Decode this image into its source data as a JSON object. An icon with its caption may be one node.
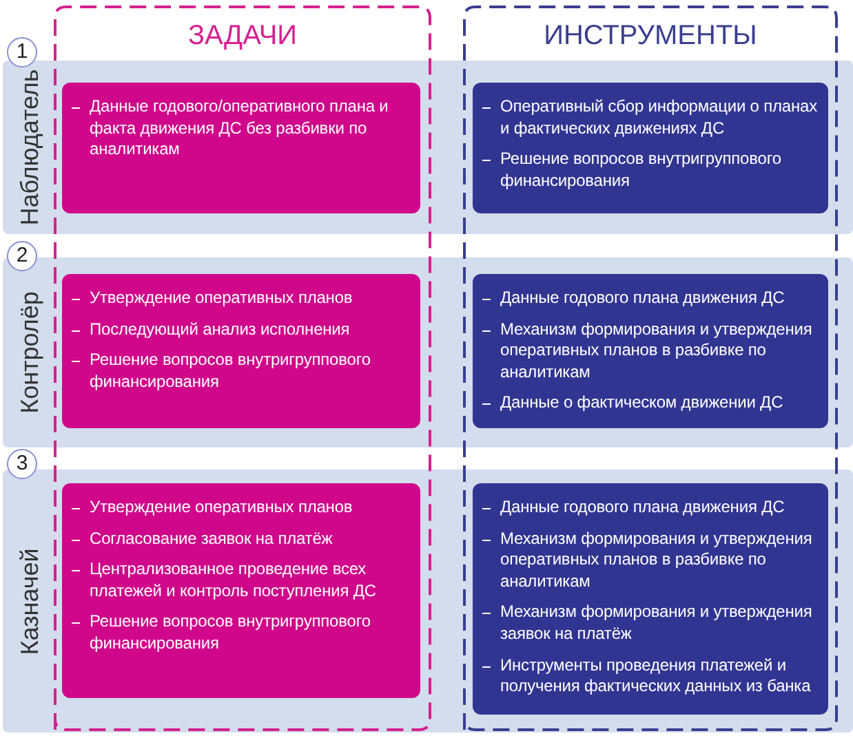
{
  "diagram": {
    "nodes": [
      {
        "text": [
          "ЗАДАЧИ"
        ]
      },
      {
        "text": [
          "ИНСТРУМЕНТЫ"
        ]
      },
      {
        "text": [
          "1"
        ]
      },
      {
        "text": [
          "Наблюдатель"
        ]
      },
      {
        "text": [
          "Данные годового/оперативного плана и факта движения ДС без разбивки по аналитикам"
        ]
      },
      {
        "text": [
          "Оперативный сбор информации о планах и фактических движениях ДС",
          "Решение вопросов внутригруппового финансирования"
        ]
      },
      {
        "text": [
          "2"
        ]
      },
      {
        "text": [
          "Контролёр"
        ]
      },
      {
        "text": [
          "Утверждение оперативных планов",
          "Последующий анализ исполнения",
          "Решение вопросов внутригруппового финансирования"
        ]
      },
      {
        "text": [
          "Данные годового плана движения ДС",
          "Механизм формирования и утверждения оперативных планов в разбивке по аналитикам",
          "Данные о фактическом движении ДС"
        ]
      },
      {
        "text": [
          "3"
        ]
      },
      {
        "text": [
          "Казначей"
        ]
      },
      {
        "text": [
          "Утверждение оперативных планов",
          "Согласование заявок на платёж",
          "Централизованное проведение всех платежей и контроль поступления ДС",
          "Решение вопросов внутригруппового финансирования"
        ]
      },
      {
        "text": [
          "Данные годового плана движения ДС",
          "Механизм формирования и утверждения оперативных планов в разбивке по аналитикам",
          "Механизм формирования и утверждения заявок на платёж",
          "Инструменты проведения платежей и получения фактических данных из банка"
        ]
      }
    ]
  }
}
